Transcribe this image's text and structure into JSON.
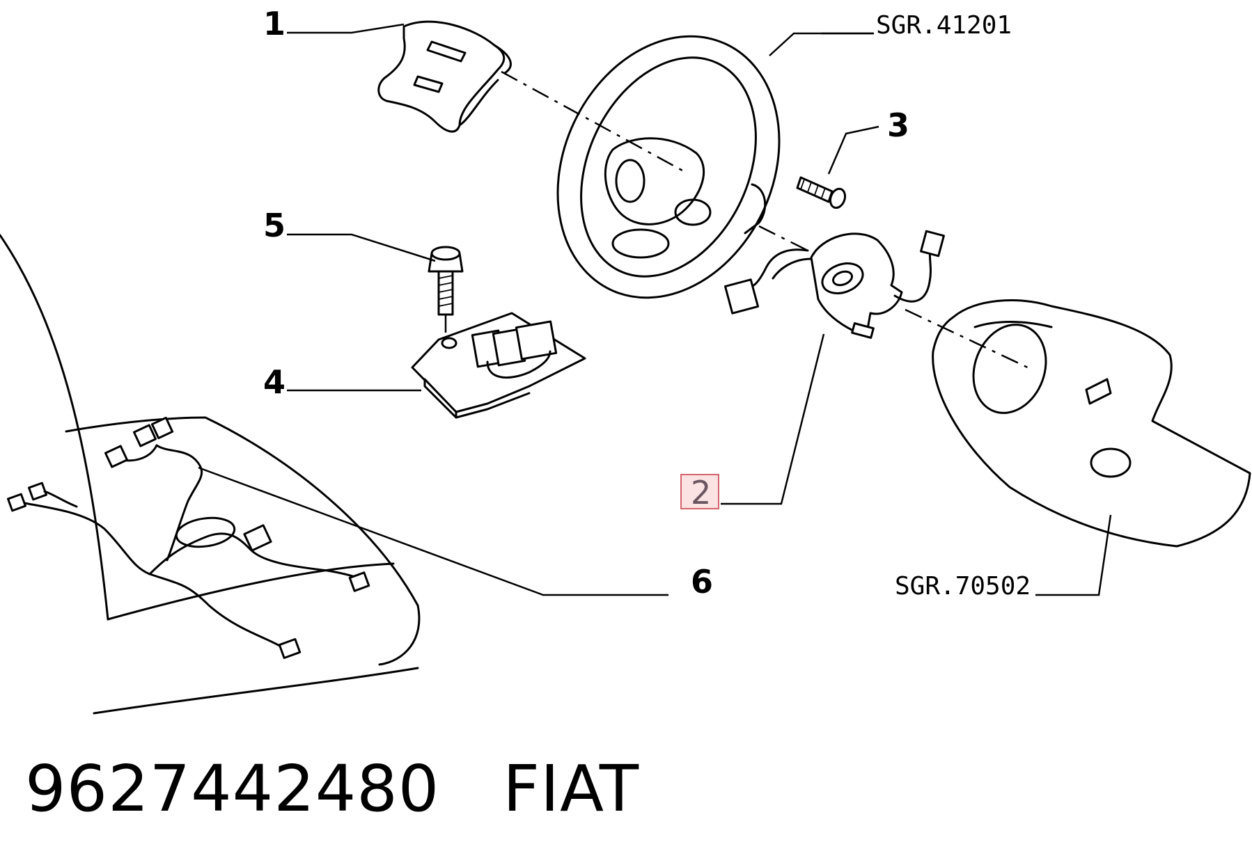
{
  "callouts": {
    "c1": "1",
    "c2": "2",
    "c3": "3",
    "c4": "4",
    "c5": "5",
    "c6": "6"
  },
  "refs": {
    "steering_wheel": "SGR.41201",
    "column_shroud": "SGR.70502"
  },
  "logo_text": "FIAT",
  "highlighted_part": "2",
  "highlight_color": "#d4636b",
  "footer": {
    "part_number": "9627442480",
    "brand": "FIAT"
  }
}
